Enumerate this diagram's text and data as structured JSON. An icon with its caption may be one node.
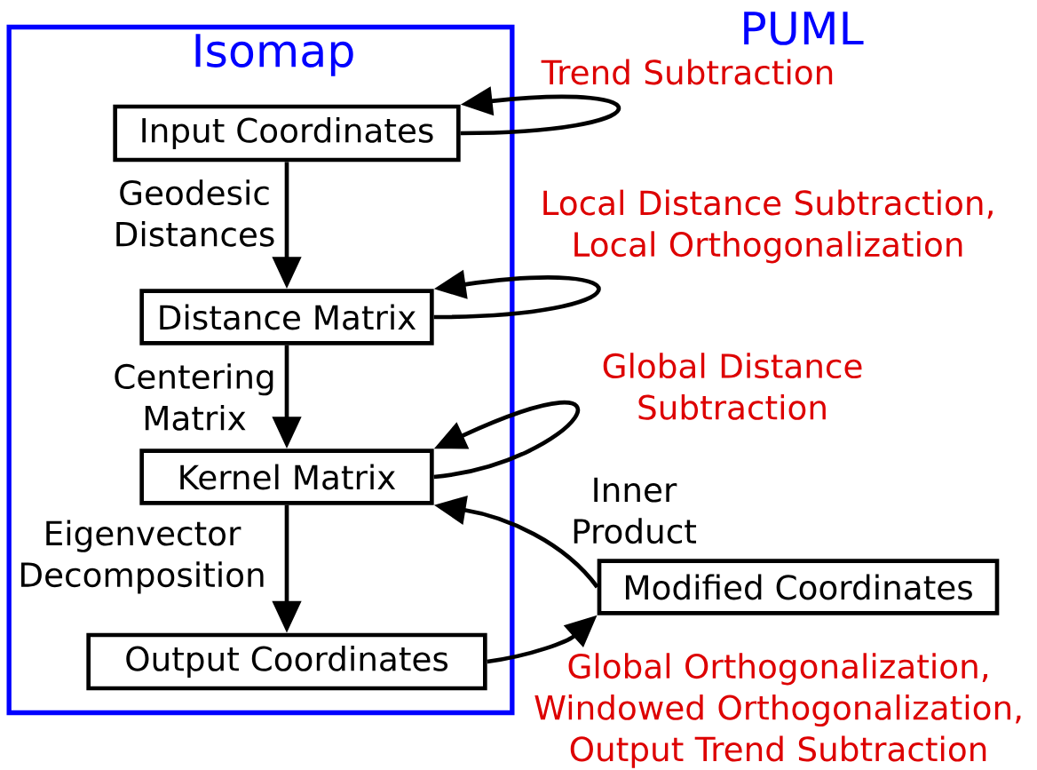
{
  "diagram": {
    "nodes": [
      {
        "text": [
          "Isomap"
        ]
      },
      {
        "text": [
          "Input Coordinates"
        ],
        "in": 0
      },
      {
        "text": [
          "Distance Matrix"
        ],
        "in": 0
      },
      {
        "text": [
          "Kernel Matrix"
        ],
        "in": 0
      },
      {
        "text": [
          "Output Coordinates"
        ],
        "in": 0
      },
      {
        "text": [
          "Modified Coordinates"
        ]
      }
    ],
    "edges": [
      {
        "from": 1,
        "to": 2,
        "arrow": "to",
        "label": "Geodesic Distances"
      },
      {
        "from": 2,
        "to": 3,
        "arrow": "to",
        "label": "Centering Matrix"
      },
      {
        "from": 3,
        "to": 4,
        "arrow": "to",
        "label": "Eigenvector Decomposition"
      },
      {
        "from": 1,
        "to": 1,
        "arrow": "to",
        "label": "Trend Subtraction"
      },
      {
        "from": 2,
        "to": 2,
        "arrow": "to",
        "label": "Local Distance Subtraction, Local Orthogonalization"
      },
      {
        "from": 3,
        "to": 3,
        "arrow": "to",
        "label": "Global Distance Subtraction"
      },
      {
        "from": 5,
        "to": 3,
        "arrow": "to",
        "label": "Inner Product"
      },
      {
        "from": 4,
        "to": 5,
        "arrow": "to",
        "label": "Global Orthogonalization, Windowed Orthogonalization, Output Trend Subtraction"
      }
    ],
    "labels": [
      "PUML"
    ]
  }
}
